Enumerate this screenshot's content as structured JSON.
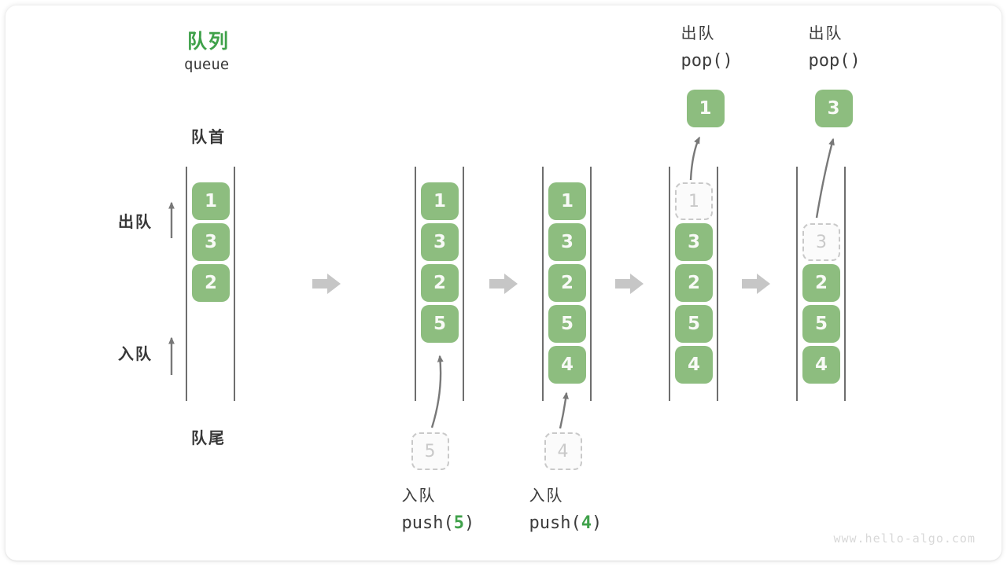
{
  "header": {
    "title_zh": "队列",
    "title_en": "queue"
  },
  "labels": {
    "front": "队首",
    "rear": "队尾",
    "dequeue_side": "出队",
    "enqueue_side": "入队"
  },
  "watermark": "www.hello-algo.com",
  "colors": {
    "item_green": "#8dbd7f",
    "accent_green": "#3fa14a",
    "ghost_gray": "#c9c9c9",
    "flow_arrow_gray": "#c6c6c6",
    "thin_arrow_gray": "#787878",
    "wall_gray": "#4a4a4a",
    "text_dark": "#3a3a3a",
    "watermark_gray": "#d8d8d8"
  },
  "icons": {
    "next_state_arrow": "right-block-arrow",
    "dequeue_direction": "up-arrow",
    "enqueue_direction": "up-arrow",
    "push_arrow": "curved-up-arrow",
    "pop_arrow": "curved-up-arrow"
  },
  "states": [
    {
      "id": "state-1",
      "slots": [
        {
          "slot": 0,
          "value": "1",
          "type": "filled"
        },
        {
          "slot": 1,
          "value": "3",
          "type": "filled"
        },
        {
          "slot": 2,
          "value": "2",
          "type": "filled"
        }
      ]
    },
    {
      "id": "state-2",
      "slots": [
        {
          "slot": 0,
          "value": "1",
          "type": "filled"
        },
        {
          "slot": 1,
          "value": "3",
          "type": "filled"
        },
        {
          "slot": 2,
          "value": "2",
          "type": "filled"
        },
        {
          "slot": 3,
          "value": "5",
          "type": "filled"
        }
      ],
      "staged": {
        "value": "5"
      },
      "op": {
        "label": "入队",
        "code_before": "push(",
        "code_arg": "5",
        "code_after": ")",
        "position": "bottom"
      }
    },
    {
      "id": "state-3",
      "slots": [
        {
          "slot": 0,
          "value": "1",
          "type": "filled"
        },
        {
          "slot": 1,
          "value": "3",
          "type": "filled"
        },
        {
          "slot": 2,
          "value": "2",
          "type": "filled"
        },
        {
          "slot": 3,
          "value": "5",
          "type": "filled"
        },
        {
          "slot": 4,
          "value": "4",
          "type": "filled"
        }
      ],
      "staged": {
        "value": "4"
      },
      "op": {
        "label": "入队",
        "code_before": "push(",
        "code_arg": "4",
        "code_after": ")",
        "position": "bottom"
      }
    },
    {
      "id": "state-4",
      "slots": [
        {
          "slot": 0,
          "value": "1",
          "type": "ghost"
        },
        {
          "slot": 1,
          "value": "3",
          "type": "filled"
        },
        {
          "slot": 2,
          "value": "2",
          "type": "filled"
        },
        {
          "slot": 3,
          "value": "5",
          "type": "filled"
        },
        {
          "slot": 4,
          "value": "4",
          "type": "filled"
        }
      ],
      "popped": {
        "value": "1"
      },
      "op": {
        "label": "出队",
        "code_before": "pop(",
        "code_arg": "",
        "code_after": ")",
        "position": "top"
      }
    },
    {
      "id": "state-5",
      "slots": [
        {
          "slot": 1,
          "value": "3",
          "type": "ghost"
        },
        {
          "slot": 2,
          "value": "2",
          "type": "filled"
        },
        {
          "slot": 3,
          "value": "5",
          "type": "filled"
        },
        {
          "slot": 4,
          "value": "4",
          "type": "filled"
        }
      ],
      "popped": {
        "value": "3"
      },
      "op": {
        "label": "出队",
        "code_before": "pop(",
        "code_arg": "",
        "code_after": ")",
        "position": "top"
      }
    }
  ]
}
